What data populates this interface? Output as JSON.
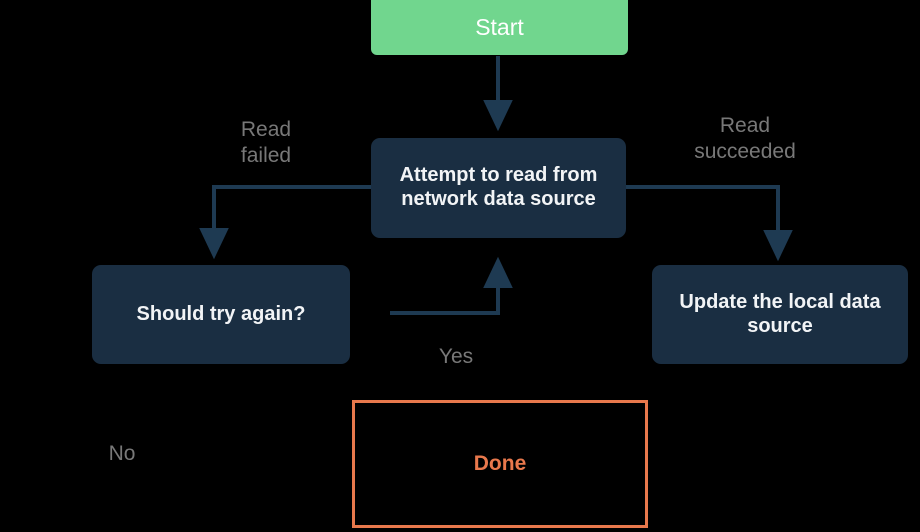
{
  "diagram": {
    "title": "Network read retry flowchart",
    "background_color": "#000000",
    "palette": {
      "start_fill": "#71D68E",
      "node_fill": "#1A2E42",
      "node_text": "#F2F4F6",
      "edge_stroke": "#1E3A52",
      "edge_label_text": "#787878",
      "done_border": "#E8784C",
      "done_text": "#E8784C"
    },
    "nodes": [
      {
        "id": "start",
        "label": "Start",
        "shape": "rounded-rect",
        "fill": "#71D68E"
      },
      {
        "id": "attempt",
        "label": "Attempt to read from network data source",
        "shape": "rounded-rect",
        "fill": "#1A2E42"
      },
      {
        "id": "should",
        "label": "Should try again?",
        "shape": "rounded-rect",
        "fill": "#1A2E42"
      },
      {
        "id": "update",
        "label": "Update the local data source",
        "shape": "rounded-rect",
        "fill": "#1A2E42"
      },
      {
        "id": "done",
        "label": "Done",
        "shape": "rect-outline",
        "fill": "#000000"
      }
    ],
    "edges": [
      {
        "from": "start",
        "to": "attempt",
        "label": ""
      },
      {
        "from": "attempt",
        "to": "should",
        "label": "Read\nfailed"
      },
      {
        "from": "attempt",
        "to": "update",
        "label": "Read\nsucceeded"
      },
      {
        "from": "should",
        "to": "attempt",
        "label": "Yes"
      },
      {
        "from": "should",
        "to": "done",
        "label": "No"
      }
    ]
  },
  "nodes": {
    "start": {
      "label": "Start"
    },
    "attempt": {
      "label": "Attempt to read from network data source"
    },
    "should": {
      "label": "Should try again?"
    },
    "update": {
      "label": "Update the local data source"
    },
    "done": {
      "label": "Done"
    }
  },
  "labels": {
    "read_failed": "Read\nfailed",
    "read_succeeded": "Read\nsucceeded",
    "yes": "Yes",
    "no": "No"
  }
}
